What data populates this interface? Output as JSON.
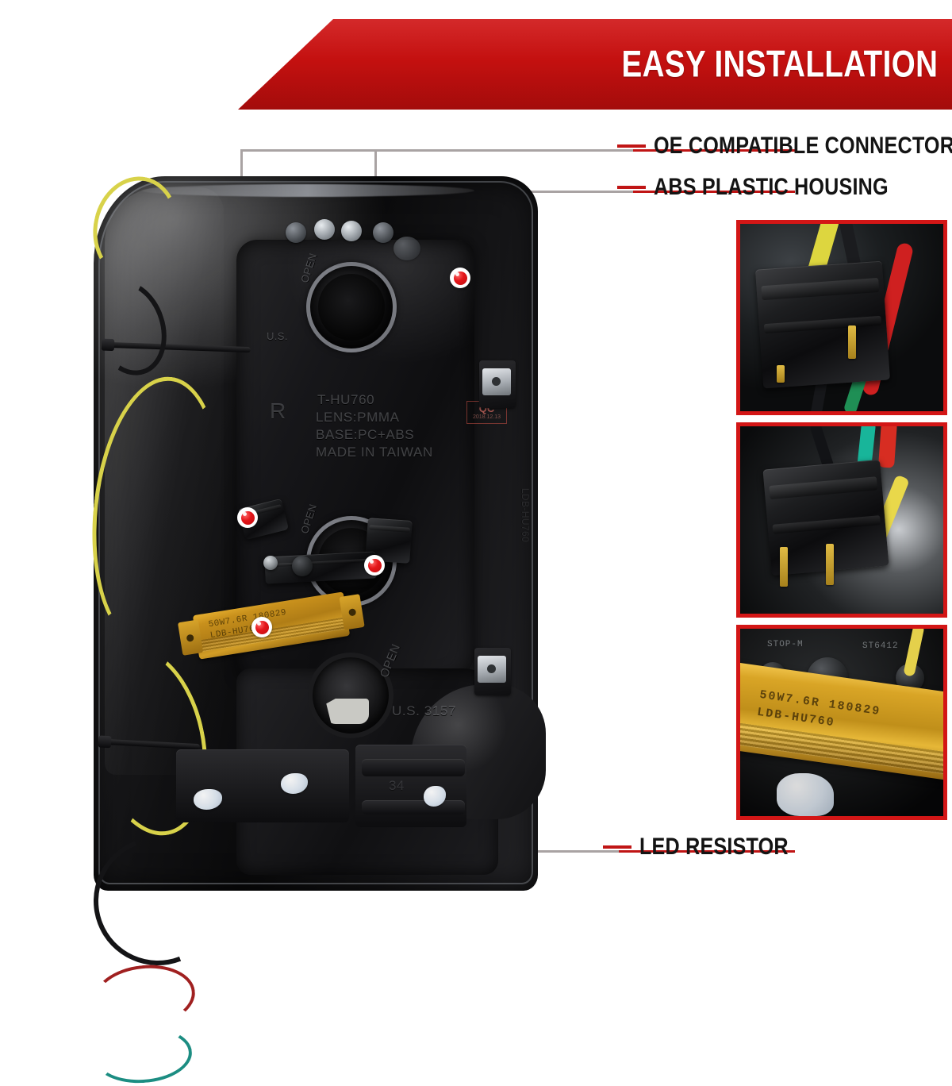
{
  "header": {
    "title": "EASY INSTALLATION",
    "banner_color": "#c3100f"
  },
  "callouts": [
    {
      "id": "oe-connectors",
      "label": "OE COMPATIBLE CONNECTORS"
    },
    {
      "id": "abs-housing",
      "label": "ABS PLASTIC HOUSING"
    },
    {
      "id": "led-resistor",
      "label": "LED RESISTOR"
    }
  ],
  "accent": {
    "red": "#c01515",
    "leader_gray": "#a9a3a3"
  },
  "product": {
    "alt": "rear view of smoked LED tail light housing",
    "molded_text": {
      "model": "T-HU760",
      "lens": "LENS:PMMA",
      "base": "BASE:PC+ABS",
      "origin": "MADE IN TAIWAN",
      "side_mark": "R",
      "us_mark_top": "U.S.",
      "us_mark_bottom": "U.S. 3157",
      "open_1": "OPEN",
      "open_2": "OPEN",
      "open_3": "OPEN"
    },
    "qc_stamp": {
      "label": "QC",
      "date": "2018.12.13"
    },
    "resistor_text": {
      "line1": "50W7.6R 180829",
      "line2": "LDB-HU760"
    }
  },
  "insets": [
    {
      "id": "connector-front",
      "name": "OE connector front view",
      "wire_colors": [
        "#ddd63f",
        "#15161a",
        "#cf2020",
        "#1f8f55"
      ]
    },
    {
      "id": "connector-pins",
      "name": "OE connector pin view",
      "wire_colors": [
        "#18b59a",
        "#d72d22",
        "#e9d84a",
        "#15161a"
      ]
    },
    {
      "id": "resistor-closeup",
      "name": "LED load resistor close-up",
      "code_line1": "50W7.6R 180829",
      "code_line2": "LDB-HU760",
      "bg_codes": [
        "STOP-M",
        "ST6412"
      ]
    }
  ]
}
